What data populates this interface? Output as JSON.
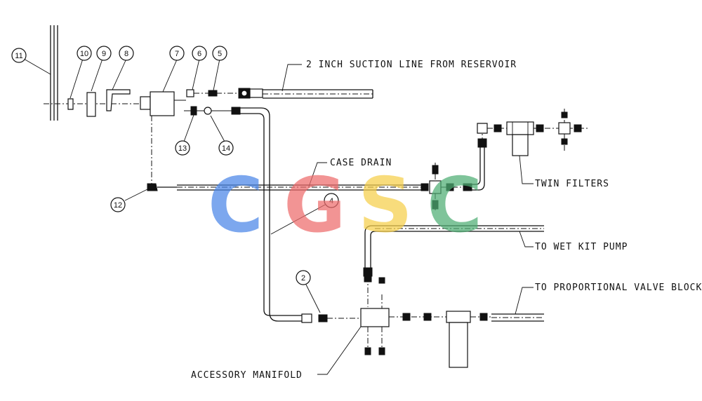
{
  "labels": {
    "suction_line": "2 INCH SUCTION LINE FROM RESERVOIR",
    "case_drain": "CASE DRAIN",
    "twin_filters": "TWIN FILTERS",
    "wet_kit_pump": "TO WET KIT PUMP",
    "proportional_valve": "TO PROPORTIONAL VALVE BLOCK",
    "accessory_manifold": "ACCESSORY MANIFOLD"
  },
  "callouts": {
    "c2": "2",
    "c4": "4",
    "c5": "5",
    "c6": "6",
    "c7": "7",
    "c8": "8",
    "c9": "9",
    "c10": "10",
    "c11": "11",
    "c12": "12",
    "c13": "13",
    "c14": "14"
  },
  "watermark": {
    "letters": [
      "C",
      "G",
      "S",
      "C"
    ],
    "colors": [
      "#4a86e8",
      "#ee6b6b",
      "#f6cf4b",
      "#4fae74"
    ]
  }
}
